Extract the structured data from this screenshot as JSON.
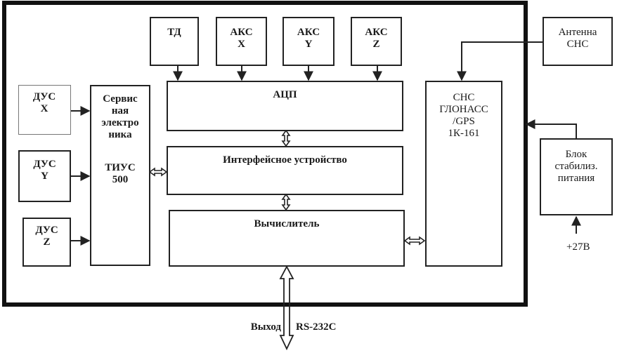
{
  "blocks": {
    "td": "ТД",
    "aks_x": "АКС\nX",
    "aks_y": "АКС\nY",
    "aks_z": "АКС\nZ",
    "antenna": "Антенна\nСНС",
    "dus_x": "ДУС\nX",
    "dus_y": "ДУС\nY",
    "dus_z": "ДУС\nZ",
    "service": "Сервис\nная\nэлектро\nника",
    "tius": "ТИУС\n500",
    "adc": "АЦП",
    "interface": "Интерфейсное устройство",
    "computer": "Вычислитель",
    "sns": "СНС\nГЛОНАСС\n/GPS\n1К-161",
    "psu": "Блок\nстабилиз.\nпитания"
  },
  "io": {
    "power": "+27В",
    "output_label": "Выход",
    "output_port": "RS-232C"
  }
}
